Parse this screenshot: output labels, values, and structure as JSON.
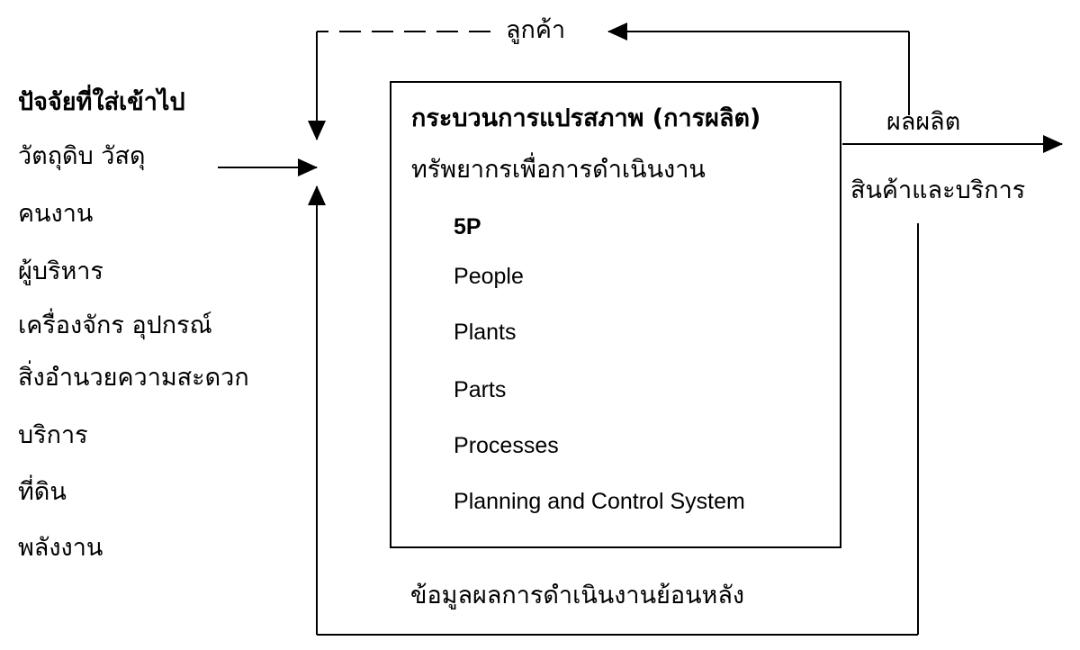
{
  "customer_label": "ลูกค้า",
  "inputs": {
    "title": "ปัจจัยที่ใส่เข้าไป",
    "items": [
      "วัตถุดิบ วัสดุ",
      "คนงาน",
      "ผู้บริหาร",
      "เครื่องจักร อุปกรณ์",
      "สิ่งอำนวยความสะดวก",
      "บริการ",
      "ที่ดิน",
      "พลังงาน"
    ]
  },
  "process": {
    "title": "กระบวนการแปรสภาพ (การผลิต)",
    "subtitle": "ทรัพยากรเพื่อการดำเนินงาน",
    "heading_5p": "5P",
    "p_items": [
      {
        "first": "P",
        "rest": "eople"
      },
      {
        "first": "P",
        "rest": "lants"
      },
      {
        "first": "P",
        "rest": "arts"
      },
      {
        "first": "P",
        "rest": "rocesses"
      },
      {
        "first": "P",
        "rest": "lanning and Control System"
      }
    ]
  },
  "output": {
    "label": "ผลผลิต",
    "sublabel": "สินค้าและบริการ"
  },
  "feedback_label": "ข้อมูลผลการดำเนินงานย้อนหลัง"
}
